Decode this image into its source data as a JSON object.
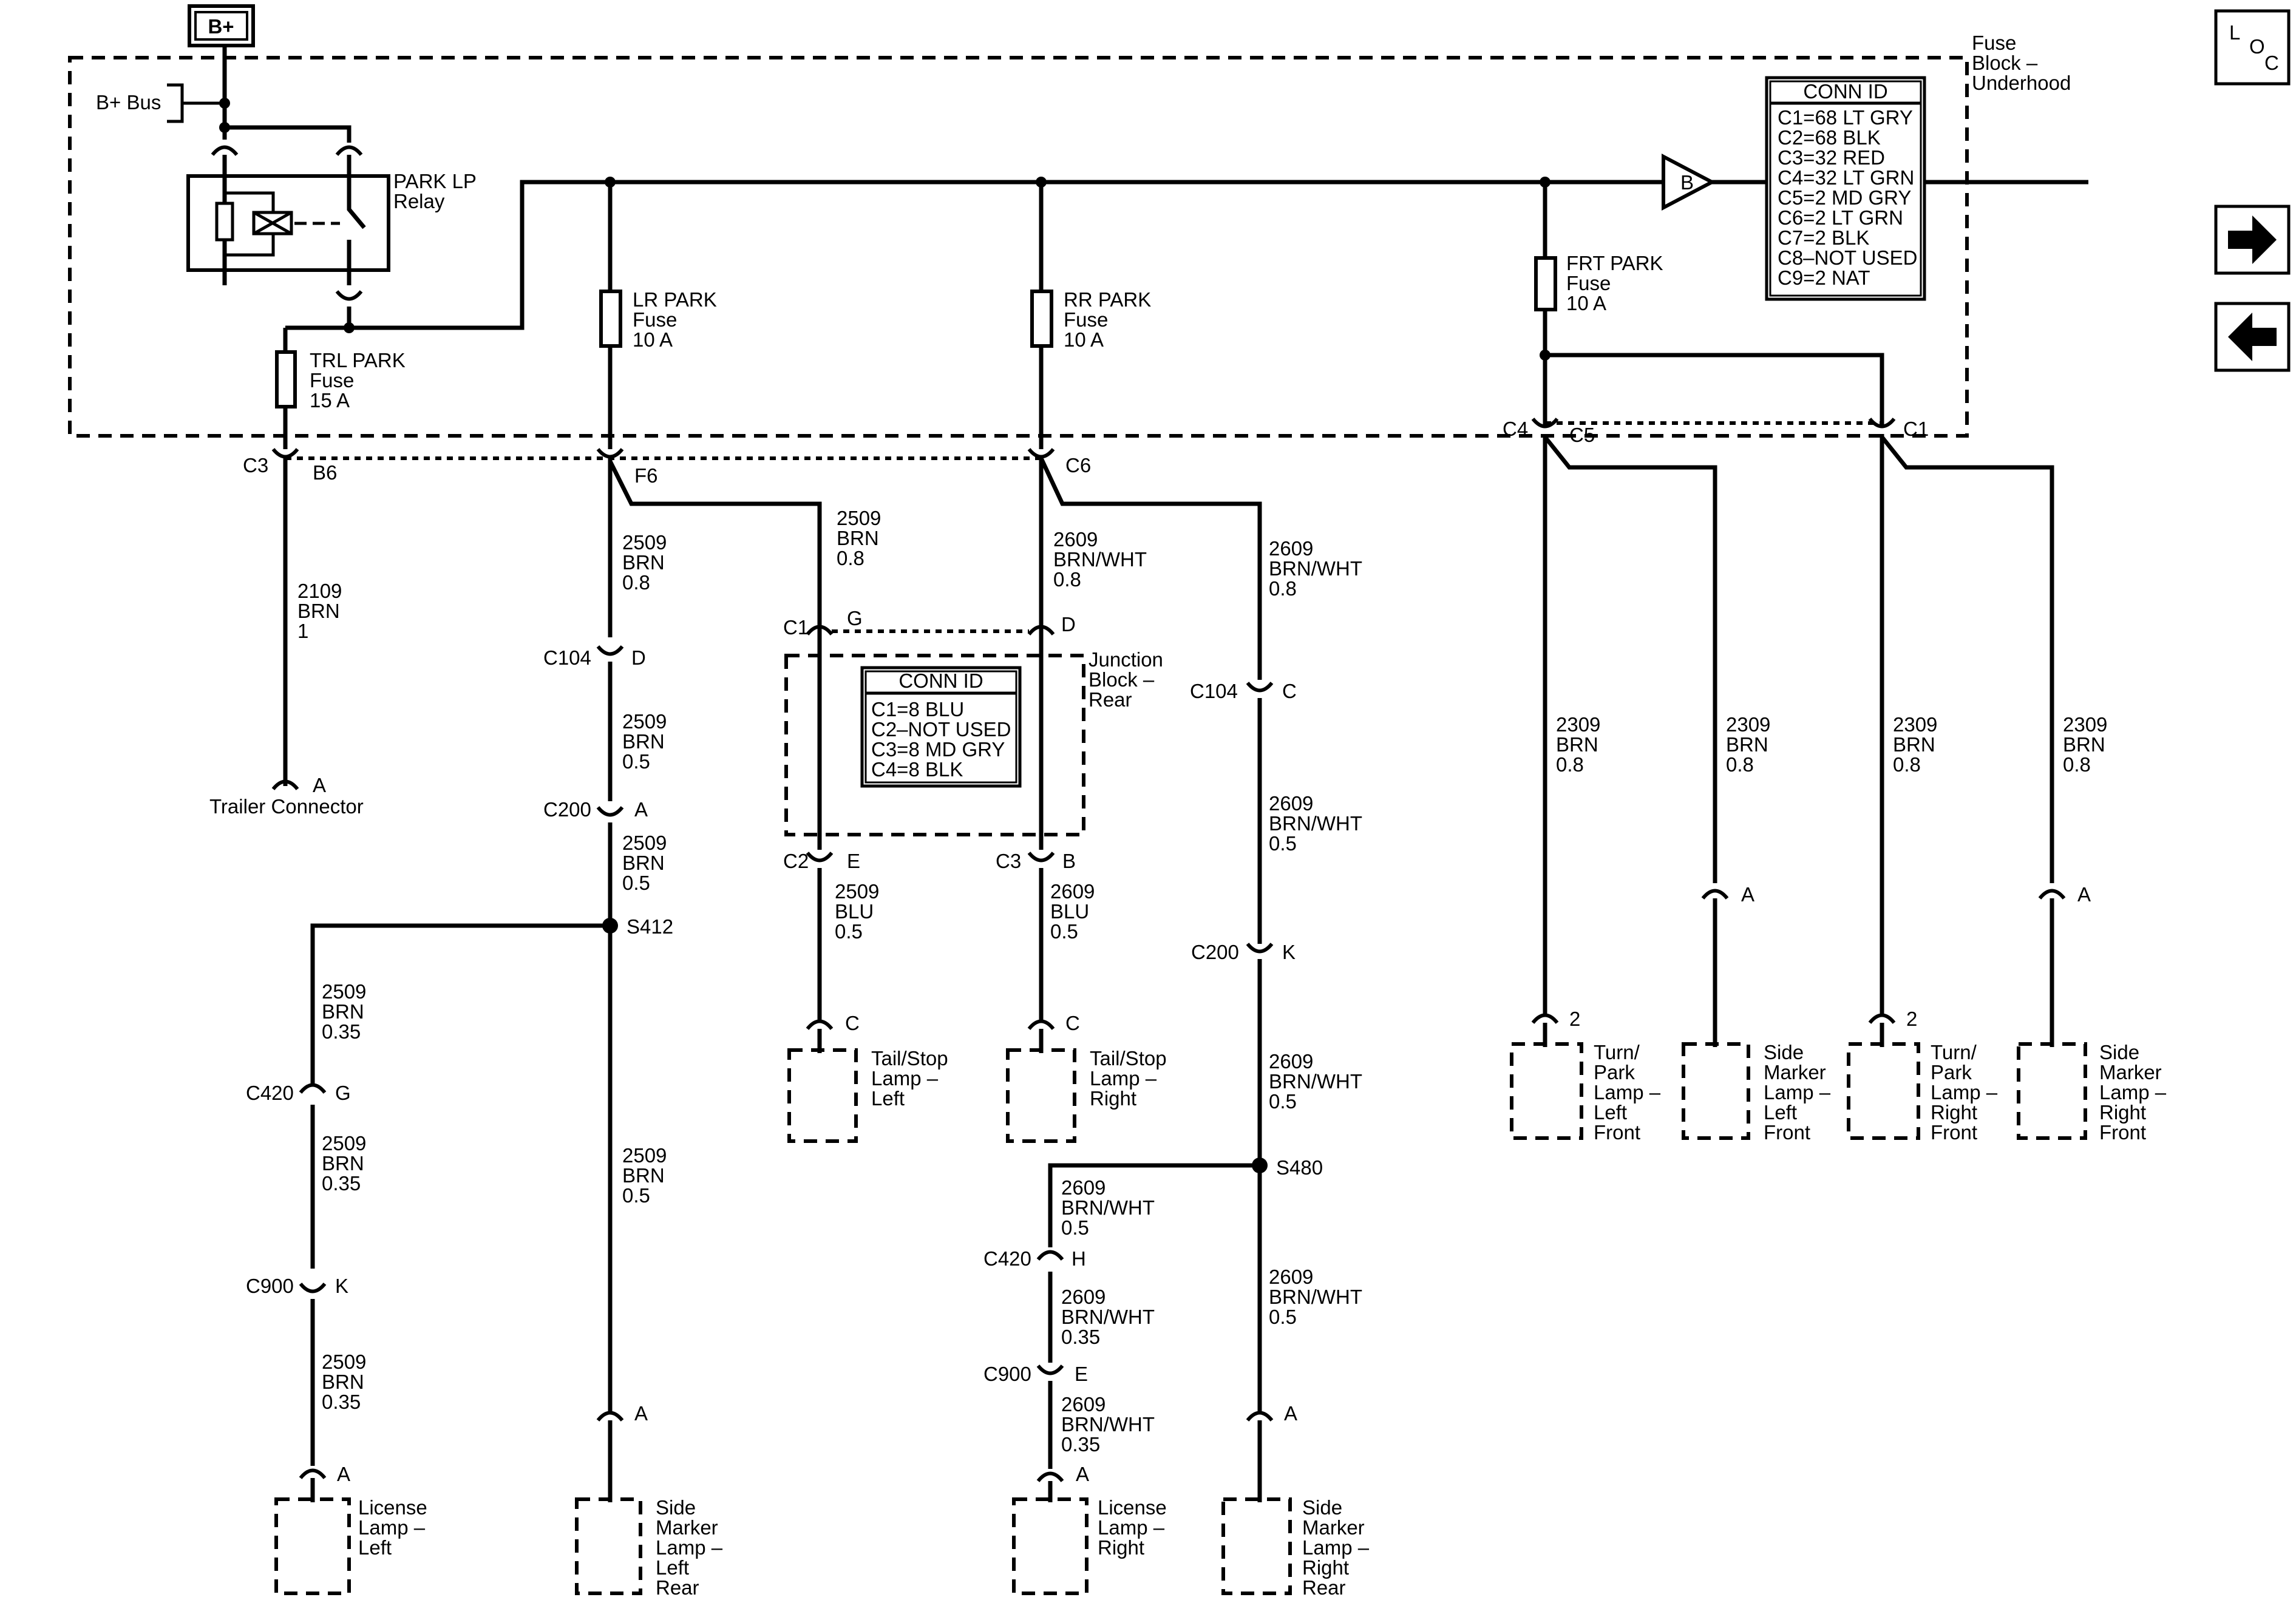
{
  "power": {
    "source": "B+",
    "bus": "B+ Bus",
    "offpage": "B"
  },
  "fuse_block": {
    "title": [
      "Fuse",
      "Block –",
      "Underhood"
    ]
  },
  "relay": {
    "label": [
      "PARK LP",
      "Relay"
    ]
  },
  "fuses": {
    "trl": [
      "TRL PARK",
      "Fuse",
      "15 A"
    ],
    "lr": [
      "LR PARK",
      "Fuse",
      "10 A"
    ],
    "rr": [
      "RR PARK",
      "Fuse",
      "10 A"
    ],
    "frt": [
      "FRT PARK",
      "Fuse",
      "10 A"
    ]
  },
  "conn_id_main": {
    "title": "CONN ID",
    "lines": [
      "C1=68 LT GRY",
      "C2=68 BLK",
      "C3=32 RED",
      "C4=32 LT GRN",
      "C5=2 MD GRY",
      "C6=2 LT GRN",
      "C7=2 BLK",
      "C8–NOT USED",
      "C9=2 NAT"
    ]
  },
  "conn_id_junction": {
    "title": "CONN ID",
    "lines": [
      "C1=8 BLU",
      "C2–NOT USED",
      "C3=8 MD GRY",
      "C4=8 BLK"
    ]
  },
  "junction_block": [
    "Junction",
    "Block –",
    "Rear"
  ],
  "pins": {
    "c3": "C3",
    "b6": "B6",
    "f6": "F6",
    "c6": "C6",
    "c4": "C4",
    "c5": "C5",
    "c1": "C1",
    "jc1": "C1",
    "jg": "G",
    "jd": "D",
    "c104a": "C104",
    "c104a_pin": "D",
    "c200a": "C200",
    "c200a_pin": "A",
    "jc2": "C2",
    "jc2_pin": "E",
    "jc3": "C3",
    "jc3_pin": "B",
    "c104b": "C104",
    "c104b_pin": "C",
    "c200b": "C200",
    "c200b_pin": "K",
    "c420a": "C420",
    "c420a_pin": "G",
    "c900a": "C900",
    "c900a_pin": "K",
    "c420b": "C420",
    "c420b_pin": "H",
    "c900b": "C900",
    "c900b_pin": "E",
    "s412": "S412",
    "s480": "S480",
    "trailer_pin": "A",
    "tail_l_pin": "C",
    "tail_r_pin": "C",
    "lic_l_pin": "A",
    "side_lr_pin": "A",
    "lic_r_pin": "A",
    "side_rr_pin": "A",
    "turn_l_pin": "2",
    "side_lf_pin": "A",
    "turn_r_pin": "2",
    "side_rf_pin": "A"
  },
  "wires": {
    "w2109": [
      "2109",
      "BRN",
      "1"
    ],
    "w2509a": [
      "2509",
      "BRN",
      "0.8"
    ],
    "w2509b": [
      "2509",
      "BRN",
      "0.8"
    ],
    "w2609a": [
      "2609",
      "BRN/WHT",
      "0.8"
    ],
    "w2609b": [
      "2609",
      "BRN/WHT",
      "0.8"
    ],
    "w2509c": [
      "2509",
      "BRN",
      "0.5"
    ],
    "w2509d": [
      "2509",
      "BRN",
      "0.5"
    ],
    "w2509e": [
      "2509",
      "BLU",
      "0.5"
    ],
    "w2609c": [
      "2609",
      "BLU",
      "0.5"
    ],
    "w2609d": [
      "2609",
      "BRN/WHT",
      "0.5"
    ],
    "w2609e": [
      "2609",
      "BRN/WHT",
      "0.5"
    ],
    "w2509f": [
      "2509",
      "BRN",
      "0.35"
    ],
    "w2509g": [
      "2509",
      "BRN",
      "0.35"
    ],
    "w2509h": [
      "2509",
      "BRN",
      "0.35"
    ],
    "w2509i": [
      "2509",
      "BRN",
      "0.5"
    ],
    "w2609f": [
      "2609",
      "BRN/WHT",
      "0.5"
    ],
    "w2609g": [
      "2609",
      "BRN/WHT",
      "0.35"
    ],
    "w2609h": [
      "2609",
      "BRN/WHT",
      "0.35"
    ],
    "w2609i": [
      "2609",
      "BRN/WHT",
      "0.5"
    ],
    "w2309a": [
      "2309",
      "BRN",
      "0.8"
    ],
    "w2309b": [
      "2309",
      "BRN",
      "0.8"
    ],
    "w2309c": [
      "2309",
      "BRN",
      "0.8"
    ],
    "w2309d": [
      "2309",
      "BRN",
      "0.8"
    ]
  },
  "components": {
    "trailer": [
      "Trailer Connector"
    ],
    "tail_left": [
      "Tail/Stop",
      "Lamp –",
      "Left"
    ],
    "tail_right": [
      "Tail/Stop",
      "Lamp –",
      "Right"
    ],
    "license_left": [
      "License",
      "Lamp –",
      "Left"
    ],
    "side_lr": [
      "Side",
      "Marker",
      "Lamp –",
      "Left",
      "Rear"
    ],
    "license_right": [
      "License",
      "Lamp –",
      "Right"
    ],
    "side_rr": [
      "Side",
      "Marker",
      "Lamp –",
      "Right",
      "Rear"
    ],
    "turn_lf": [
      "Turn/",
      "Park",
      "Lamp –",
      "Left",
      "Front"
    ],
    "side_lf": [
      "Side",
      "Marker",
      "Lamp –",
      "Left",
      "Front"
    ],
    "turn_rf": [
      "Turn/",
      "Park",
      "Lamp –",
      "Right",
      "Front"
    ],
    "side_rf": [
      "Side",
      "Marker",
      "Lamp –",
      "Right",
      "Front"
    ]
  },
  "nav": {
    "loc": [
      "L",
      "O",
      "C"
    ],
    "next": "next-arrow-icon",
    "prev": "prev-arrow-icon"
  }
}
